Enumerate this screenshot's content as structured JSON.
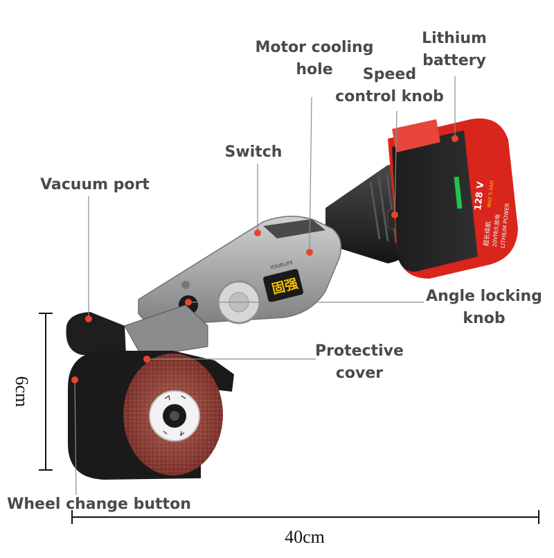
{
  "labels": {
    "motor_cooling_hole": [
      "Motor cooling",
      "hole"
    ],
    "lithium_battery": [
      "Lithium",
      "battery"
    ],
    "speed_control_knob": [
      "Speed",
      "control knob"
    ],
    "switch": "Switch",
    "vacuum_port": "Vacuum port",
    "angle_locking_knob": [
      "Angle locking",
      "knob"
    ],
    "protective_cover": [
      "Protective",
      "cover"
    ],
    "wheel_change_button": "Wheel change button"
  },
  "dimensions": {
    "height": "6cm",
    "width": "40cm"
  },
  "tool_branding": {
    "logo_text": "固强",
    "brand_small": "YOURLIFE",
    "battery_voltage": "128 V",
    "battery_text_cn_1": "超长续航",
    "battery_text_cn_2": "20V持久放电",
    "battery_text_en": "LITHIUM POWER",
    "battery_capacity": "MAX 5.0AH"
  },
  "colors": {
    "label_text": "#4a4a4a",
    "marker": "#e8452a",
    "leader_line": "#8c8c8c",
    "battery_red": "#d9251c",
    "body_gray": "#a9abad",
    "wheel_red": "#8a3a32"
  }
}
